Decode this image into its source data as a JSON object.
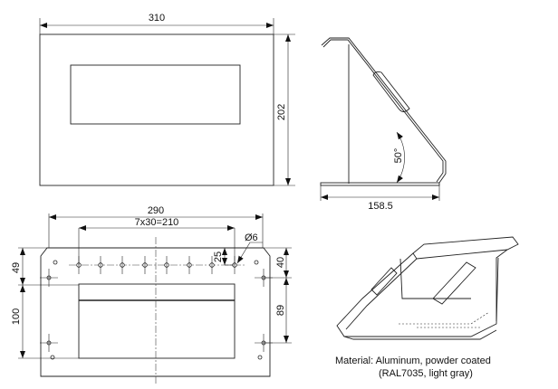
{
  "front_view": {
    "width_label": "310",
    "height_label": "202"
  },
  "side_view": {
    "depth_label": "158.5",
    "angle_label": "50°"
  },
  "bottom_view": {
    "overall_label": "290",
    "pitch_label": "7x30=210",
    "hole_label": "Ø6",
    "hole_offset_label": "25",
    "left_top_label": "49",
    "left_bottom_label": "100",
    "right_top_label": "40",
    "right_bottom_label": "89",
    "hole_count": 8
  },
  "notes": {
    "line1": "Material: Aluminum, powder coated",
    "line2": "(RAL7035, light gray)"
  }
}
